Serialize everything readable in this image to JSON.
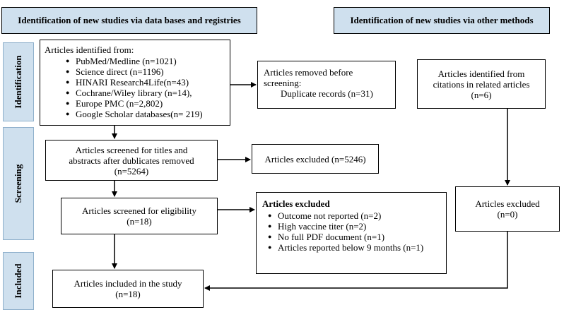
{
  "headers": {
    "left": "Identification of new studies via data bases and registries",
    "right": "Identification of new studies via other methods"
  },
  "phases": {
    "identification": "Identification",
    "screening": "Screening",
    "included": "Included"
  },
  "identified": {
    "title": "Articles identified from:",
    "items": [
      "PubMed/Medline (n=1021)",
      "Science direct (n=1196)",
      "HINARI Research4Life(n=43)",
      "Cochrane/Wiley library (n=14),",
      "Europe PMC (n=2,802)",
      "Google Scholar databases(n= 219)"
    ]
  },
  "removed": {
    "line1": "Articles removed before",
    "line2": "screening:",
    "line3": "Duplicate records (n=31)"
  },
  "other_identified": {
    "line1": "Articles identified from",
    "line2": "citations in related articles",
    "line3": "(n=6)"
  },
  "screened": {
    "line1": "Articles screened for titles and",
    "line2": "abstracts after dublicates removed",
    "line3": "(n=5264)"
  },
  "excluded1": {
    "text": "Articles excluded (n=5246)"
  },
  "eligibility": {
    "line1": "Articles screened for eligibility",
    "line2": "(n=18)"
  },
  "excluded2": {
    "title": "Articles excluded",
    "items": [
      "Outcome not reported (n=2)",
      "High vaccine titer (n=2)",
      "No full PDF document (n=1)",
      "Articles reported below 9 months (n=1)"
    ]
  },
  "other_excluded": {
    "line1": "Articles excluded",
    "line2": "(n=0)"
  },
  "included_box": {
    "line1": "Articles included in the study",
    "line2": "(n=18)"
  }
}
